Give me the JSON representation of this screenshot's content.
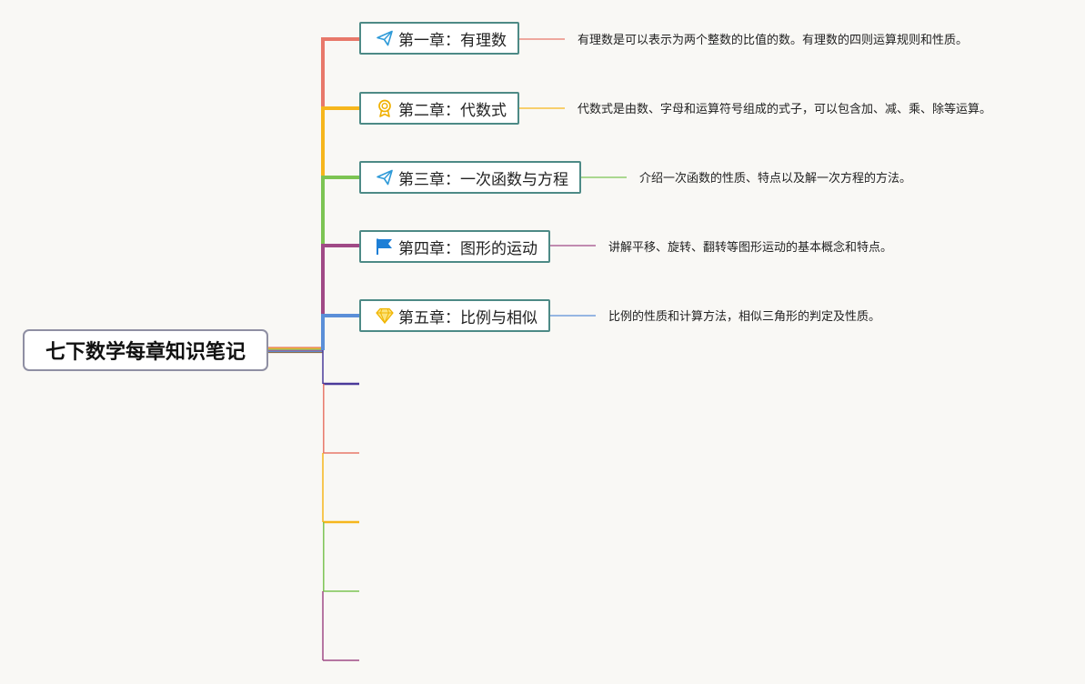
{
  "root": {
    "label": "七下数学每章知识笔记"
  },
  "chapters": [
    {
      "label": "第一章：有理数",
      "icon": "paper-plane-icon",
      "color": "#e8786a",
      "note": "有理数是可以表示为两个整数的比值的数。有理数的四则运算规则和性质。"
    },
    {
      "label": "第二章：代数式",
      "icon": "award-badge-icon",
      "color": "#f6b61c",
      "note": "代数式是由数、字母和运算符号组成的式子，可以包含加、减、乘、除等运算。"
    },
    {
      "label": "第三章：一次函数与方程",
      "icon": "paper-plane-icon",
      "color": "#7cc453",
      "note": "介绍一次函数的性质、特点以及解一次方程的方法。"
    },
    {
      "label": "第四章：图形的运动",
      "icon": "flag-icon",
      "color": "#a04a86",
      "note": "讲解平移、旋转、翻转等图形运动的基本概念和特点。"
    },
    {
      "label": "第五章：比例与相似",
      "icon": "diamond-icon",
      "color": "#5b8fd8",
      "note": "比例的性质和计算方法，相似三角形的判定及性质。"
    }
  ],
  "empty_branch_colors": [
    "#4b3a9a",
    "#e8786a",
    "#f6b61c",
    "#7cc453",
    "#a04a86"
  ],
  "icon_colors": {
    "paper-plane": "#2e9ad8",
    "award": "#f0b000",
    "flag": "#1d7fd6",
    "diamond": "#f6c94a"
  }
}
